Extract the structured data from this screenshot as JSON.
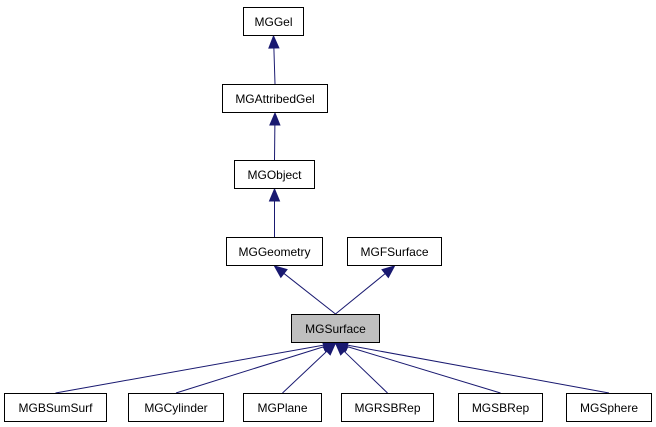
{
  "diagram": {
    "nodes": {
      "mggel": "MGGel",
      "mgattribedgel": "MGAttribedGel",
      "mgobject": "MGObject",
      "mggeometry": "MGGeometry",
      "mgfsurface": "MGFSurface",
      "mgsurface": "MGSurface",
      "mgbsumsurf": "MGBSumSurf",
      "mgcylinder": "MGCylinder",
      "mgplane": "MGPlane",
      "mgrsbrep": "MGRSBRep",
      "mgsbrep": "MGSBRep",
      "mgsphere": "MGSphere"
    },
    "edges": [
      [
        "mgattribedgel",
        "mggel"
      ],
      [
        "mgobject",
        "mgattribedgel"
      ],
      [
        "mggeometry",
        "mgobject"
      ],
      [
        "mgsurface",
        "mggeometry"
      ],
      [
        "mgsurface",
        "mgfsurface"
      ],
      [
        "mgbsumsurf",
        "mgsurface"
      ],
      [
        "mgcylinder",
        "mgsurface"
      ],
      [
        "mgplane",
        "mgsurface"
      ],
      [
        "mgrsbrep",
        "mgsurface"
      ],
      [
        "mgsbrep",
        "mgsurface"
      ],
      [
        "mgsphere",
        "mgsurface"
      ]
    ],
    "highlighted": "mgsurface",
    "colors": {
      "edge": "#191970",
      "highlight_fill": "#bfbfbf",
      "node_border": "#000000"
    }
  }
}
